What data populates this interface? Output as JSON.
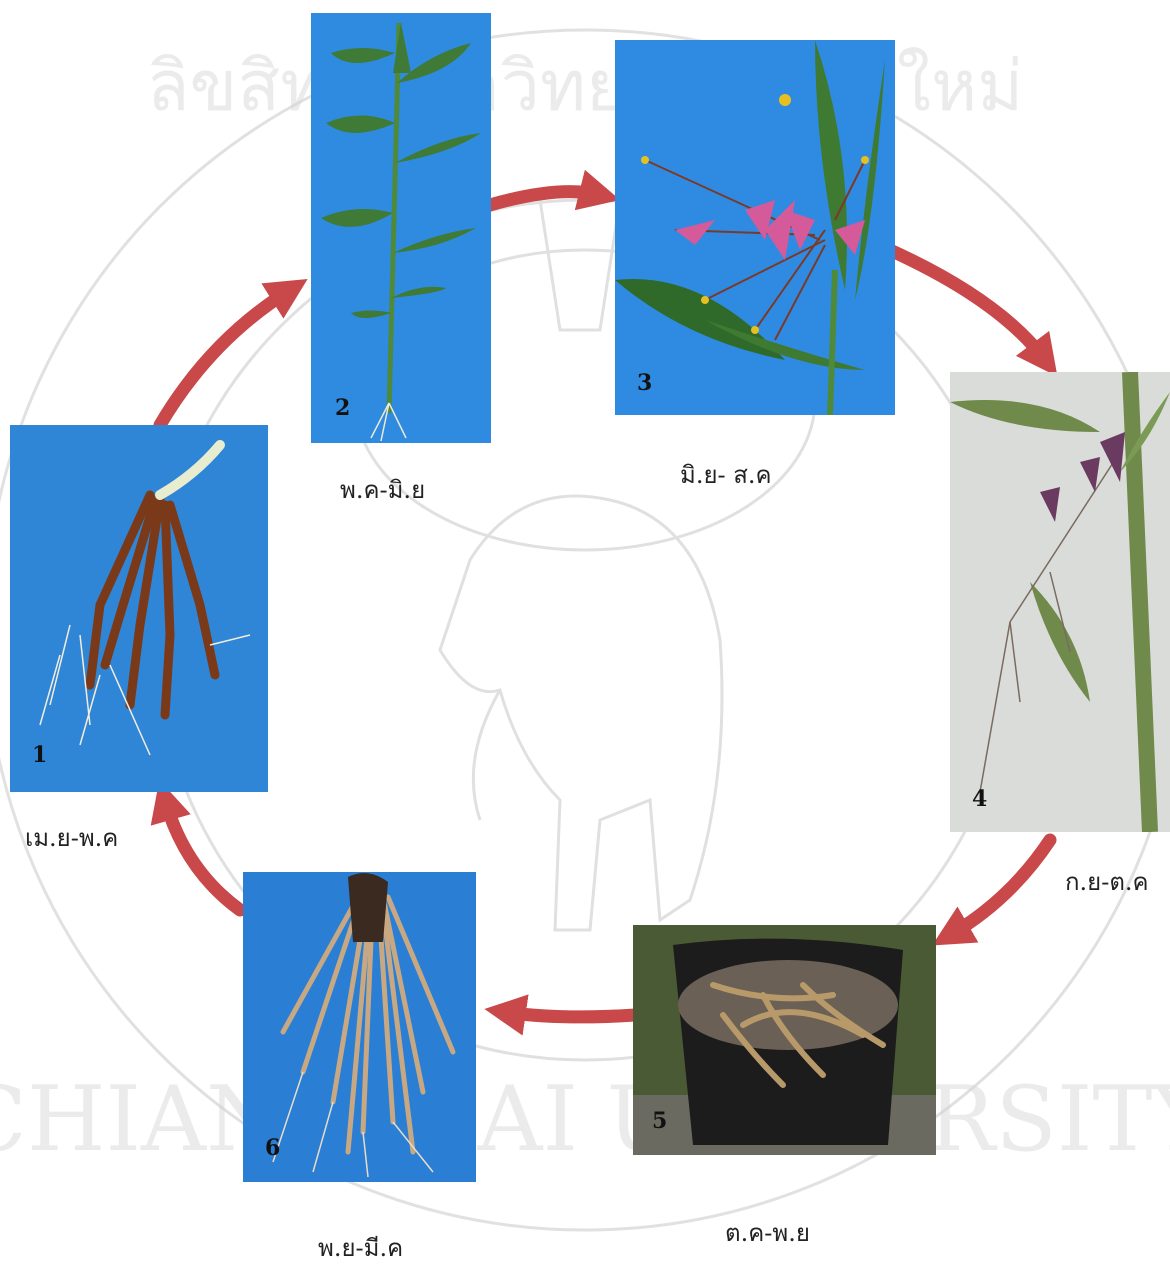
{
  "stages": [
    {
      "number": "1",
      "period": "เม.ย-พ.ค",
      "subject": "rhizome-with-roots",
      "background": "#2f86d6"
    },
    {
      "number": "2",
      "period": "พ.ค-มิ.ย",
      "subject": "leafy-shoot",
      "background": "#2e8be0"
    },
    {
      "number": "3",
      "period": "มิ.ย- ส.ค",
      "subject": "pink-flowers",
      "background": "#2f8be2"
    },
    {
      "number": "4",
      "period": "ก.ย-ต.ค",
      "subject": "seeding-stalk",
      "background": "#d9dcd8"
    },
    {
      "number": "5",
      "period": "ต.ค-พ.ย",
      "subject": "withered-plant-in-pot",
      "background": "#3f4a2f"
    },
    {
      "number": "6",
      "period": "พ.ย-มี.ค",
      "subject": "dormant-rhizome",
      "background": "#2a7fd4"
    }
  ],
  "colors": {
    "arrow": "#c9484a",
    "watermark": "#b8b8b8"
  },
  "watermark_text": {
    "top": "ลิขสิทธิ์มหาวิทยาลัยเชียงใหม่",
    "bottom": "CHIANG MAI UNIVERSITY"
  }
}
